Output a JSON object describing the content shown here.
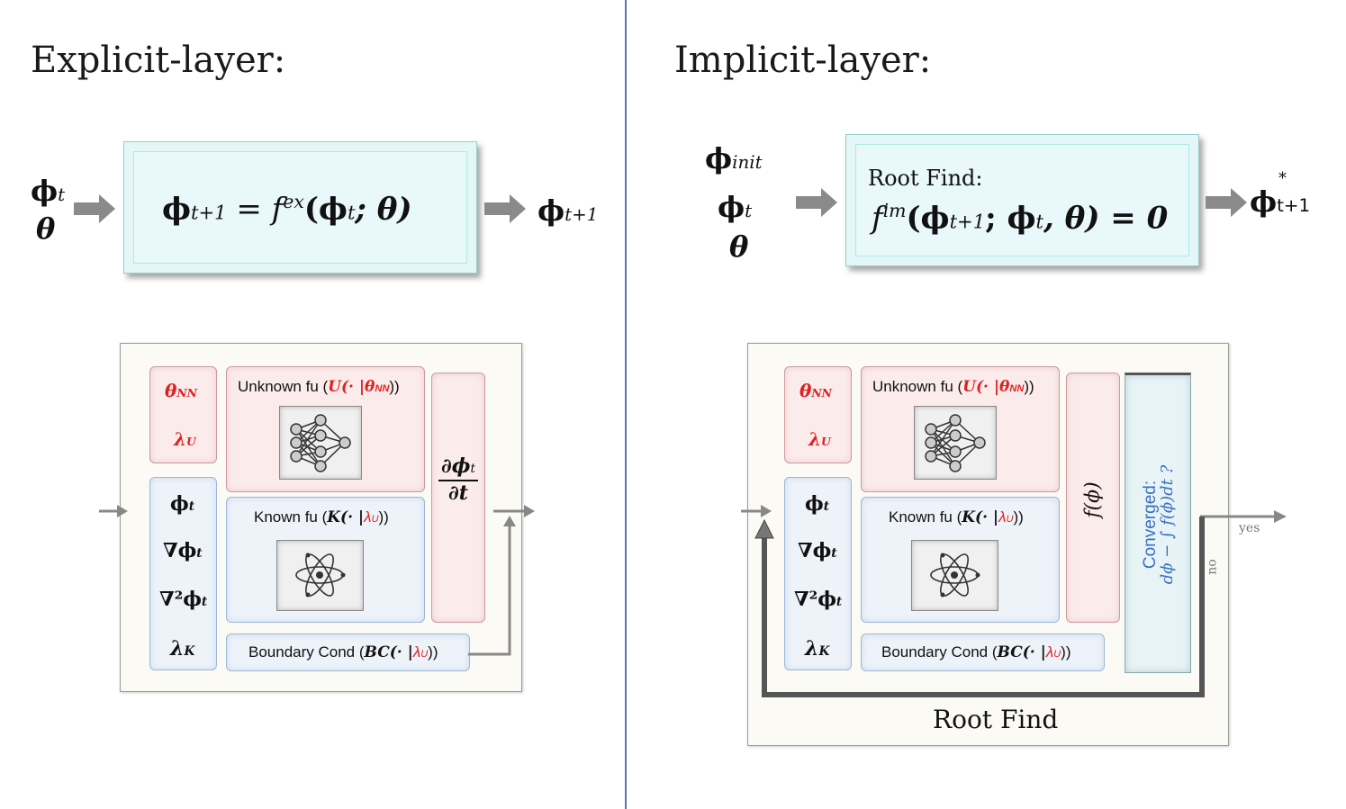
{
  "left": {
    "title": "Explicit-layer:",
    "input_phi": "ϕ",
    "input_phi_sub": "t",
    "input_theta": "θ",
    "equation_lhs": "ϕ",
    "equation_lhs_sub": "t+1",
    "equation_rhs": " = f",
    "equation_sup": "ex",
    "equation_args": "(ϕ",
    "equation_args_sub": "t",
    "equation_end": "; θ)",
    "output_phi": "ϕ",
    "output_phi_sub": "t+1",
    "panel": {
      "theta_nn": "θ",
      "theta_nn_sub": "NN",
      "lambda_u": "λ",
      "lambda_u_sub": "U",
      "unknown_fu": "Unknown fu (",
      "unknown_fu_sym": "U(· |θ",
      "unknown_fu_sub": "NN",
      "unknown_fu_close": "))",
      "known_fu": "Known fu (",
      "known_fu_sym": "K(· |",
      "known_fu_lambda": "λ",
      "known_fu_lambda_sub": "U",
      "known_fu_close": "))",
      "phi_t": "ϕ",
      "phi_t_sub": "t",
      "grad_phi": "∇ϕ",
      "grad_phi_sub": "t",
      "lap_phi": "∇²ϕ",
      "lap_phi_sub": "t",
      "lambda_k": "λ",
      "lambda_k_sub": "K",
      "boundary": "Boundary Cond (",
      "boundary_sym": "BC(· |",
      "boundary_lambda": "λ",
      "boundary_lambda_sub": "U",
      "boundary_close": "))",
      "dphi_num": "∂ϕ",
      "dphi_num_sub": "t",
      "dphi_den": "∂t"
    }
  },
  "right": {
    "title": "Implicit-layer:",
    "input_init": "ϕ",
    "input_init_sub": "init",
    "input_phi": "ϕ",
    "input_phi_sub": "t",
    "input_theta": "θ",
    "root_find_label": "Root Find:",
    "equation_f": "f",
    "equation_sup": "im",
    "equation_args": "(ϕ",
    "equation_args_sub": "t+1",
    "equation_mid": "; ϕ",
    "equation_mid_sub": "t",
    "equation_end": ", θ) = 0",
    "output_phi": "ϕ",
    "output_phi_sup": "*",
    "output_phi_sub": "t+1",
    "panel": {
      "f_phi": "f(ϕ)",
      "converged_label": "Converged:",
      "converged_expr": "dϕ − ∫ f(ϕ)dt ?",
      "yes": "yes",
      "no": "no",
      "root_find": "Root Find"
    }
  },
  "colors": {
    "divider": "#5577bb",
    "red": "#e02020",
    "converged_blue": "#3a6fc4"
  }
}
